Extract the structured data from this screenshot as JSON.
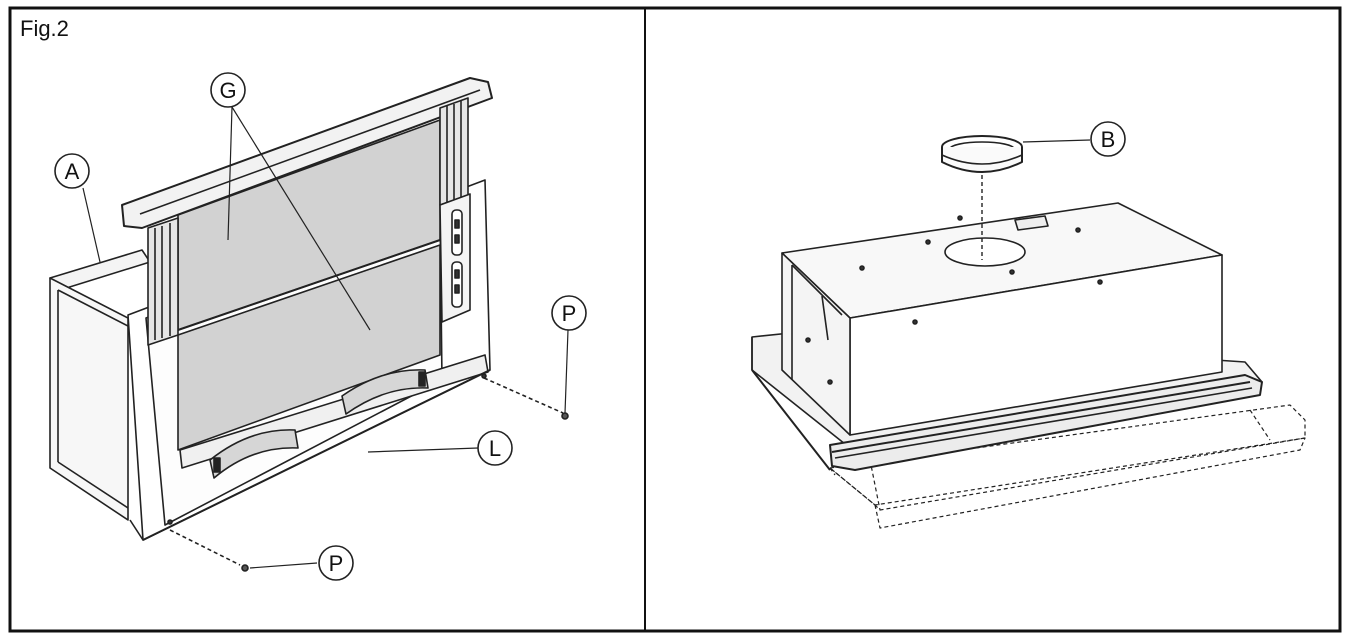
{
  "figure": {
    "title": "Fig.2",
    "labels": {
      "A": "A",
      "G": "G",
      "P_right": "P",
      "L": "L",
      "P_bottom": "P",
      "B": "B"
    }
  }
}
